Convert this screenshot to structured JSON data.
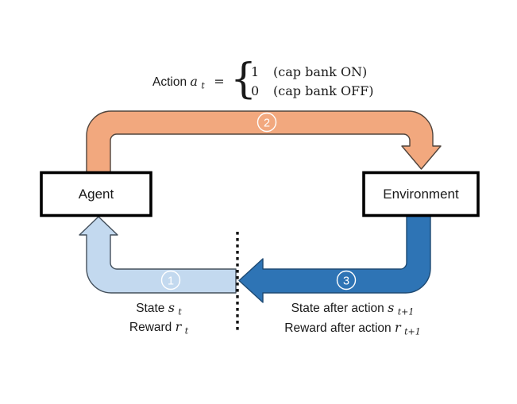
{
  "diagram": {
    "equation": {
      "action_label": "Action ",
      "var": "a",
      "var_sub": "t",
      "equals_sign": "=",
      "brace": "{",
      "cases": [
        {
          "value": "1",
          "note": "(cap bank ON)"
        },
        {
          "value": "0",
          "note": "(cap bank OFF)"
        }
      ]
    },
    "boxes": {
      "agent": "Agent",
      "environment": "Environment"
    },
    "steps": {
      "one": "1",
      "two": "2",
      "three": "3"
    },
    "feedback_left": {
      "state": {
        "prefix": "State ",
        "var": "s",
        "sub": "t"
      },
      "reward": {
        "prefix": "Reward ",
        "var": "r",
        "sub": "t"
      }
    },
    "feedback_right": {
      "state": {
        "prefix": "State after action ",
        "var": "s",
        "sub": "t+1"
      },
      "reward": {
        "prefix": "Reward after action ",
        "var": "r",
        "sub": "t+1"
      }
    },
    "colors": {
      "orange": "#F2A87E",
      "light_blue": "#C3D9EF",
      "dark_blue": "#2E74B5",
      "box_border": "#000000"
    }
  }
}
